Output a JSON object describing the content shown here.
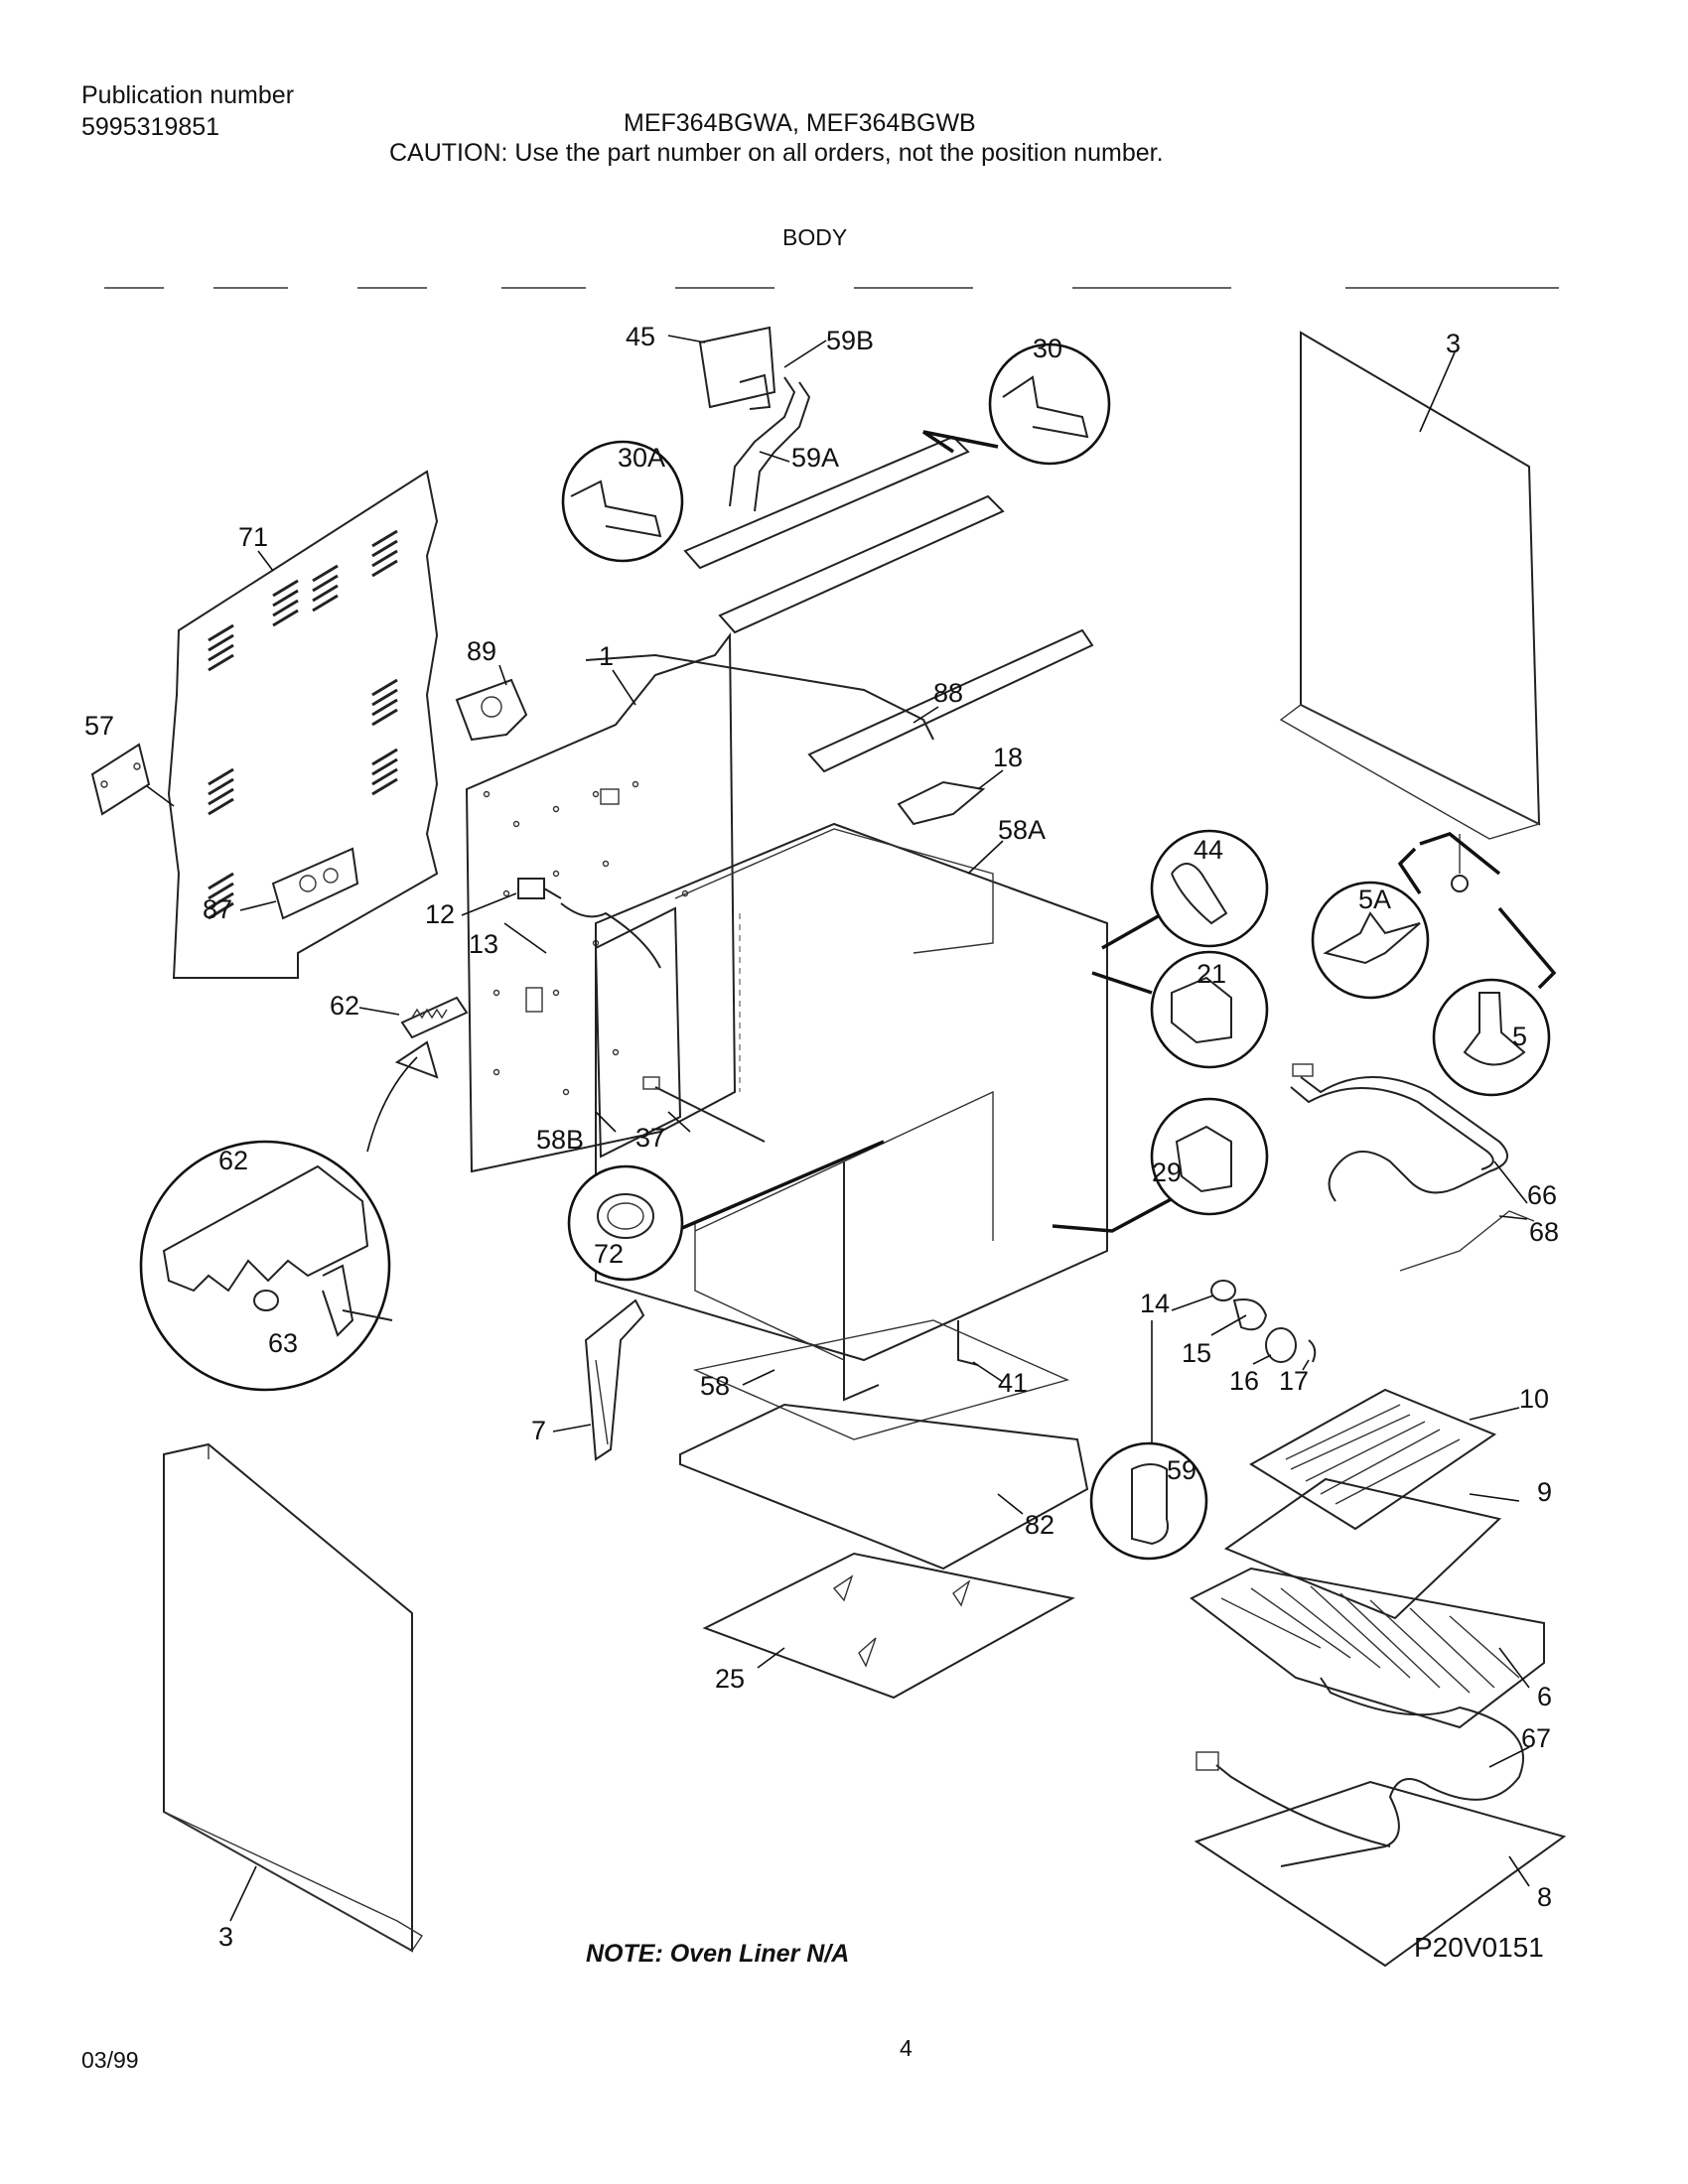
{
  "header": {
    "publication_label": "Publication number",
    "publication_number": "5995319851",
    "models": "MEF364BGWA, MEF364BGWB",
    "caution": "CAUTION:  Use the part number on all orders, not the position number.",
    "section_title": "BODY"
  },
  "callouts": {
    "c1": "1",
    "c3a": "3",
    "c3b": "3",
    "c5": "5",
    "c5a": "5A",
    "c6": "6",
    "c7": "7",
    "c8": "8",
    "c9": "9",
    "c10": "10",
    "c12": "12",
    "c13": "13",
    "c14": "14",
    "c15": "15",
    "c16": "16",
    "c17": "17",
    "c18": "18",
    "c21": "21",
    "c25": "25",
    "c29": "29",
    "c30": "30",
    "c30a": "30A",
    "c37": "37",
    "c41": "41",
    "c44": "44",
    "c45": "45",
    "c57": "57",
    "c58": "58",
    "c58a": "58A",
    "c58b": "58B",
    "c59": "59",
    "c59a": "59A",
    "c59b": "59B",
    "c62a": "62",
    "c62b": "62",
    "c63": "63",
    "c66": "66",
    "c67": "67",
    "c68": "68",
    "c71": "71",
    "c72": "72",
    "c82": "82",
    "c87": "87",
    "c88": "88",
    "c89": "89"
  },
  "footer": {
    "note": "NOTE:  Oven Liner N/A",
    "figure_code": "P20V0151",
    "date": "03/99",
    "page": "4"
  }
}
